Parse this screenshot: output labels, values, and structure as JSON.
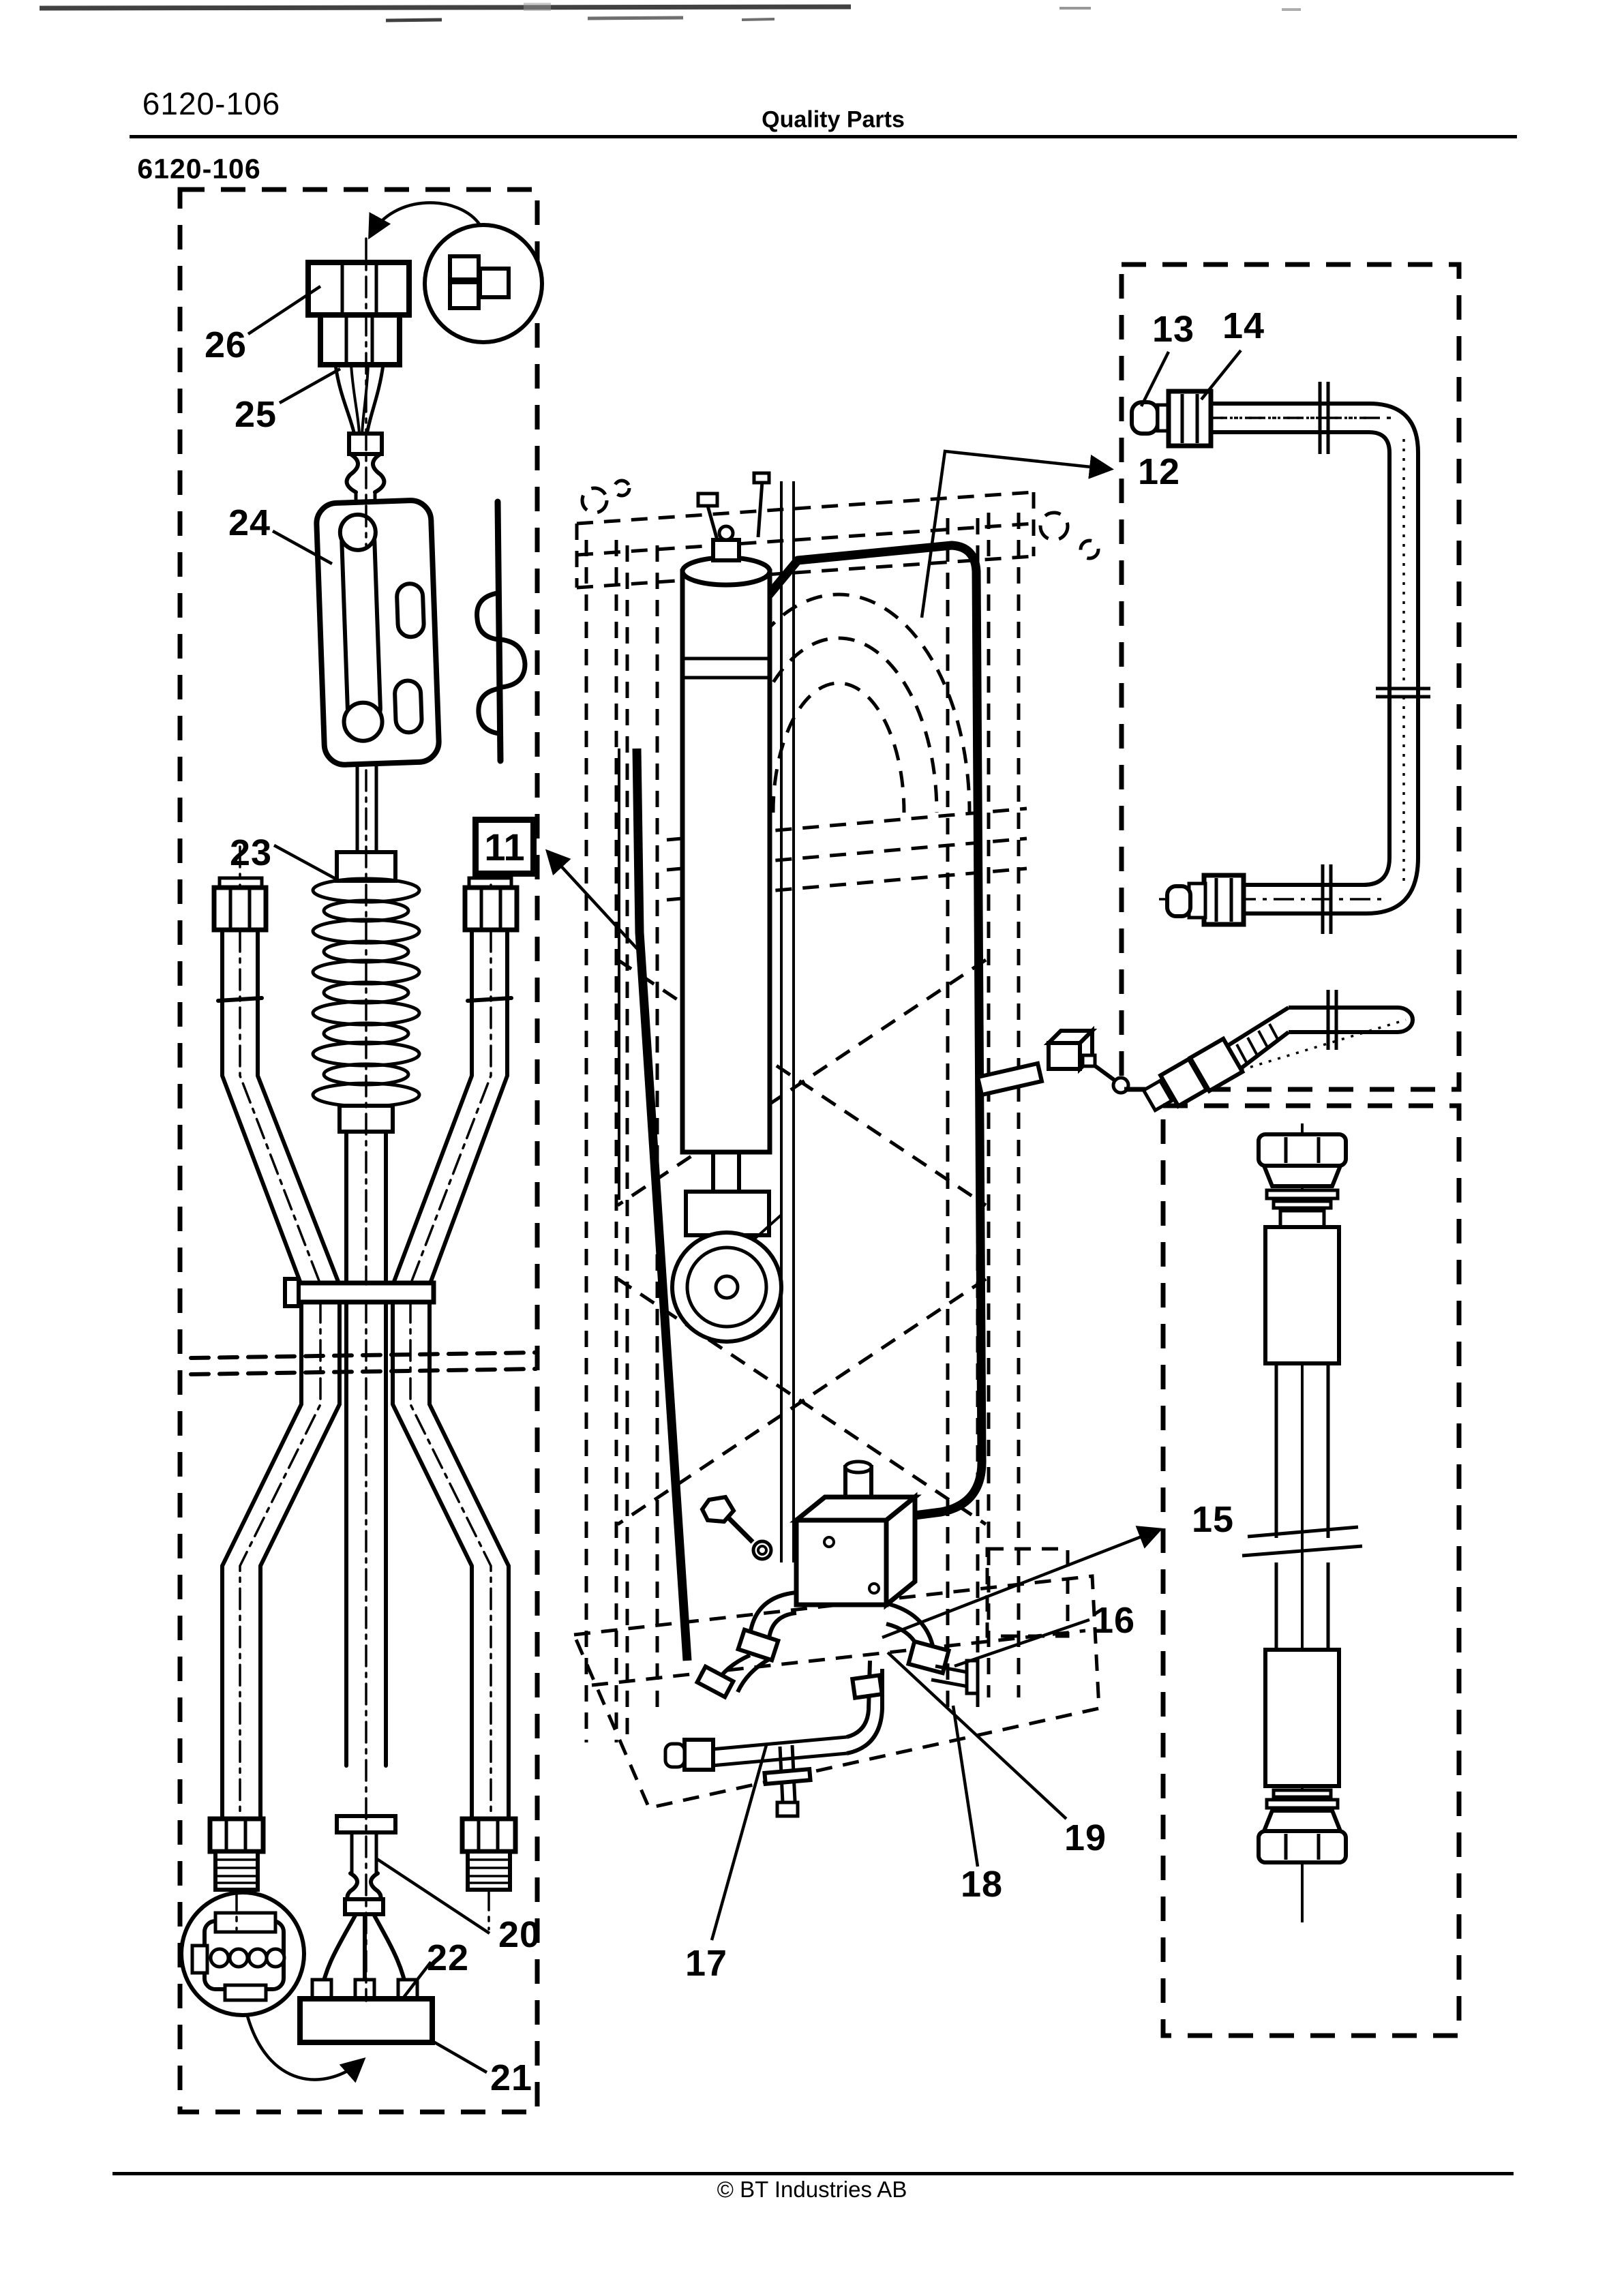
{
  "header": {
    "page_code": "6120-106",
    "title": "Quality Parts",
    "section_code": "6120-106"
  },
  "footer": {
    "copyright": "© BT Industries AB"
  },
  "colors": {
    "ink": "#000000",
    "paper": "#ffffff"
  },
  "figure": {
    "frame_label": "11",
    "callouts": {
      "c12": "12",
      "c13": "13",
      "c14": "14",
      "c15": "15",
      "c16": "16",
      "c17": "17",
      "c18": "18",
      "c19": "19",
      "c20": "20",
      "c21": "21",
      "c22": "22",
      "c23": "23",
      "c24": "24",
      "c25": "25",
      "c26": "26"
    }
  }
}
